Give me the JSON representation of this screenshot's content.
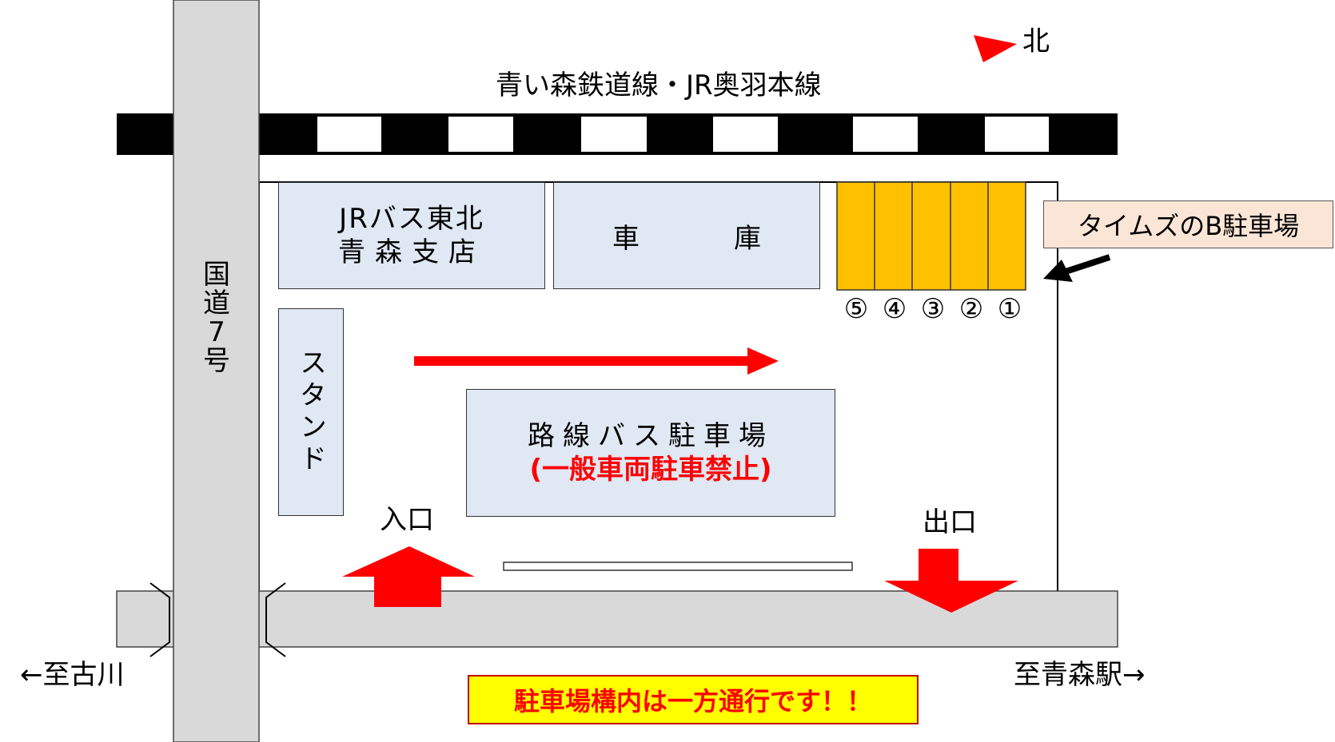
{
  "north_label": "北",
  "railway_label": "青い森鉄道線・JR奥羽本線",
  "national_road_label": [
    "国",
    "道",
    "7",
    "号"
  ],
  "jr_bus_office": {
    "line1": "JRバス東北",
    "line2": "青森支店"
  },
  "garage_label": {
    "left": "車",
    "right": "庫"
  },
  "stand_label": "スタンド",
  "times_parking_label": "タイムズのB駐車場",
  "parking_spaces": [
    "⑤",
    "④",
    "③",
    "②",
    "①"
  ],
  "bus_parking": {
    "line1": "路線バス駐車場",
    "line2": "(一般車両駐車禁止)"
  },
  "entrance_label": "入口",
  "exit_label": "出口",
  "to_furukawa": "←至古川",
  "to_aomori_station": "至青森駅→",
  "one_way_notice": "駐車場構内は一方通行です！！",
  "colors": {
    "arrow_red": "#ff0000",
    "parking_yellow": "#ffc000",
    "building_blue": "#dfe8f3",
    "road_gray": "#d9d9d9",
    "callout_peach": "#fbe5d6",
    "notice_bg": "#ffff00"
  }
}
